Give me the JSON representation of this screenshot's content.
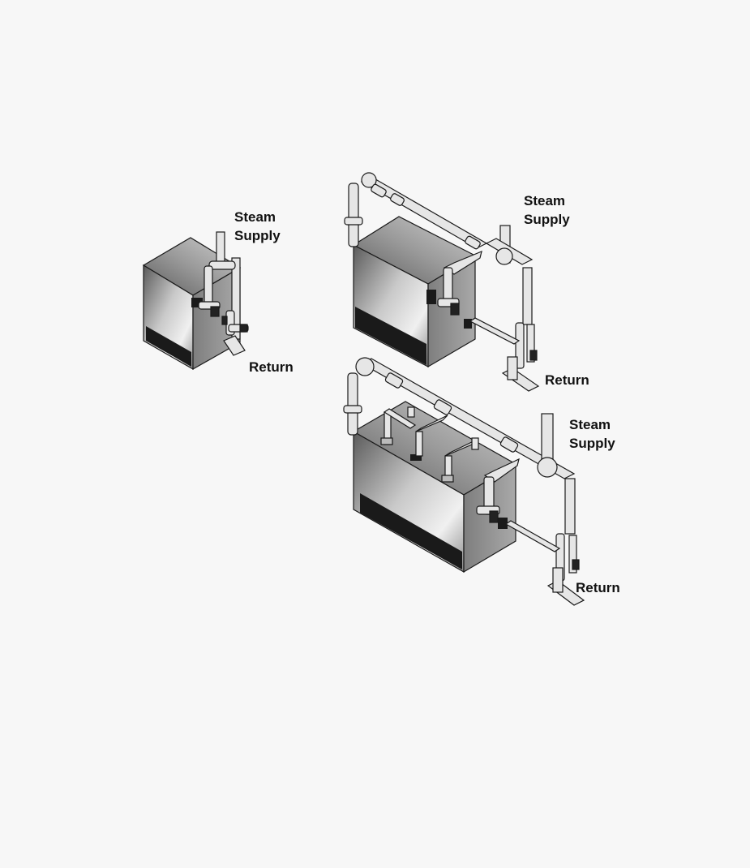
{
  "units": [
    {
      "id": "small",
      "supply_line1": "Steam",
      "supply_line2": "Supply",
      "return_label": "Return"
    },
    {
      "id": "medium",
      "supply_line1": "Steam",
      "supply_line2": "Supply",
      "return_label": "Return"
    },
    {
      "id": "large",
      "supply_line1": "Steam",
      "supply_line2": "Supply",
      "return_label": "Return"
    }
  ],
  "colors": {
    "background": "#f7f7f7",
    "cabinet_light": "#eeeeee",
    "cabinet_mid": "#9a9a9a",
    "cabinet_dark": "#555555",
    "panel": "#1a1a1a",
    "pipe": "#e6e6e6",
    "outline": "#1a1a1a"
  }
}
